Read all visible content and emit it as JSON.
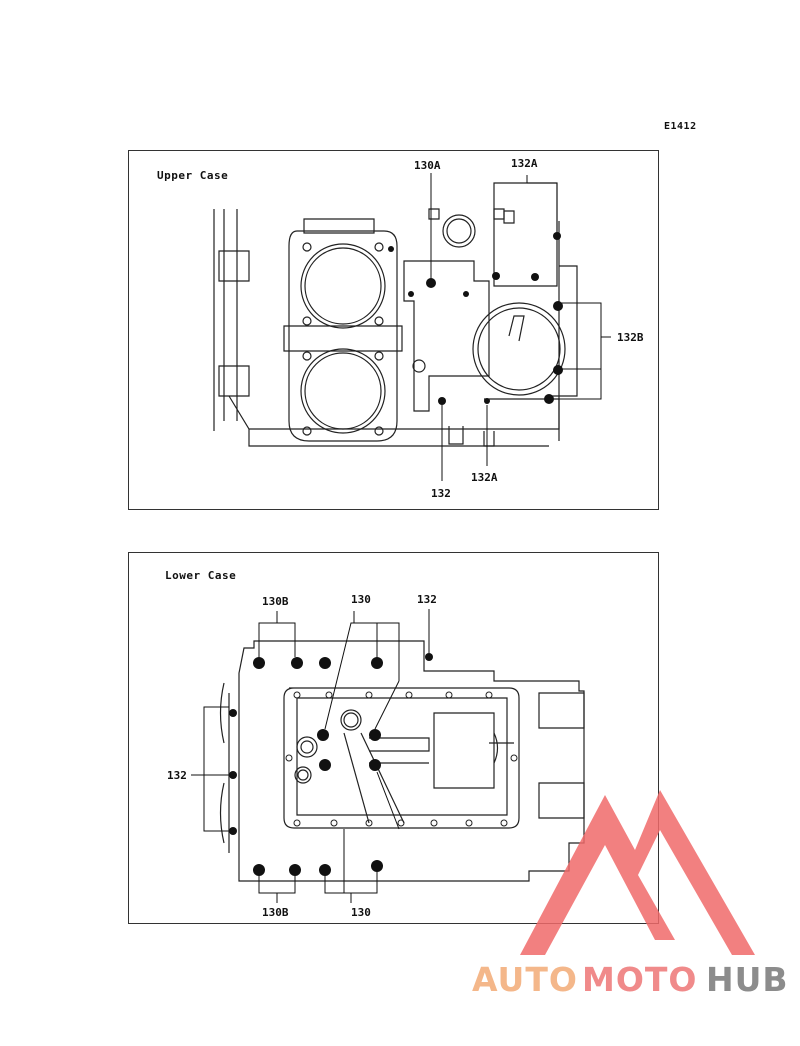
{
  "diagram_code": "E1412",
  "upper_case": {
    "title": "Upper Case",
    "labels": {
      "l130A": "130A",
      "l132A_top": "132A",
      "l132B": "132B",
      "l132": "132",
      "l132A_bottom": "132A"
    }
  },
  "lower_case": {
    "title": "Lower Case",
    "labels": {
      "l130B_top": "130B",
      "l130_top": "130",
      "l132_top": "132",
      "l132_left": "132",
      "l130B_bottom": "130B",
      "l130_bottom": "130"
    }
  },
  "watermark": {
    "part1": "AUTO",
    "part2": "MOTO",
    "part3": "HUB",
    "colors": {
      "auto": "#f4b78a",
      "moto": "#f08a8a",
      "hub": "#8c8c8c",
      "triangle": "#f06a6a"
    }
  }
}
